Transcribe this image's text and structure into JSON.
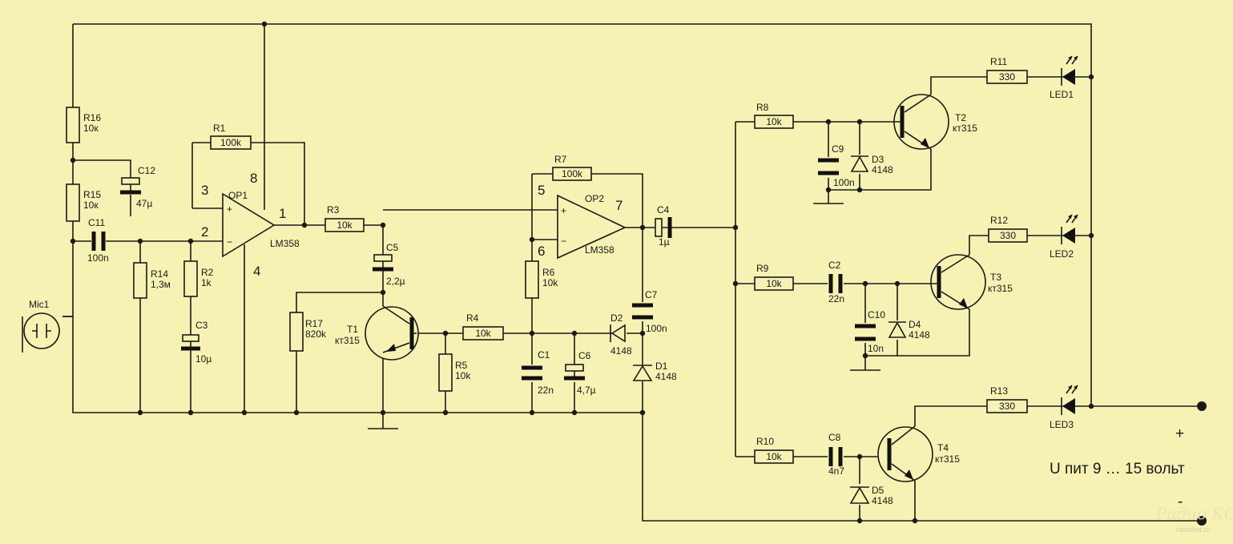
{
  "components": {
    "mic1": "Mic1",
    "r16": {
      "ref": "R16",
      "value": "10к"
    },
    "r15": {
      "ref": "R15",
      "value": "10к"
    },
    "c12": {
      "ref": "C12",
      "value": "47µ"
    },
    "c11": {
      "ref": "C11",
      "value": "100n"
    },
    "r14": {
      "ref": "R14",
      "value": "1,3м"
    },
    "r2": {
      "ref": "R2",
      "value": "1k"
    },
    "c3": {
      "ref": "C3",
      "value": "10µ"
    },
    "r1": {
      "ref": "R1",
      "value": "100k"
    },
    "op1": {
      "ref": "OP1",
      "type": "LM358",
      "pin3": "3",
      "pin2": "2",
      "pin8": "8",
      "pin1": "1",
      "pin4": "4",
      "plus": "+",
      "minus": "−"
    },
    "r3": {
      "ref": "R3",
      "value": "10k"
    },
    "c5": {
      "ref": "C5",
      "value": "2,2µ"
    },
    "r17": {
      "ref": "R17",
      "value": "820k"
    },
    "t1": {
      "ref": "T1",
      "type": "кт315"
    },
    "r4": {
      "ref": "R4",
      "value": "10k"
    },
    "r5": {
      "ref": "R5",
      "value": "10k"
    },
    "r7": {
      "ref": "R7",
      "value": "100k"
    },
    "op2": {
      "ref": "OP2",
      "type": "LM358",
      "pin5": "5",
      "pin6": "6",
      "pin7": "7",
      "plus": "+",
      "minus": "−"
    },
    "r6": {
      "ref": "R6",
      "value": "10k"
    },
    "c1": {
      "ref": "C1",
      "value": "22n"
    },
    "c6": {
      "ref": "C6",
      "value": "4,7µ"
    },
    "d2": {
      "ref": "D2",
      "value": "4148"
    },
    "c7": {
      "ref": "C7",
      "value": "100n"
    },
    "d1": {
      "ref": "D1",
      "value": "4148"
    },
    "c4": {
      "ref": "C4",
      "value": "1µ"
    },
    "r8": {
      "ref": "R8",
      "value": "10k"
    },
    "c9": {
      "ref": "C9",
      "value": "100n"
    },
    "d3": {
      "ref": "D3",
      "value": "4148"
    },
    "t2": {
      "ref": "T2",
      "type": "кт315"
    },
    "r11": {
      "ref": "R11",
      "value": "330"
    },
    "led1": "LED1",
    "r9": {
      "ref": "R9",
      "value": "10k"
    },
    "c2": {
      "ref": "C2",
      "value": "22n"
    },
    "c10": {
      "ref": "C10",
      "value": "10n"
    },
    "d4": {
      "ref": "D4",
      "value": "4148"
    },
    "t3": {
      "ref": "T3",
      "type": "кт315"
    },
    "r12": {
      "ref": "R12",
      "value": "330"
    },
    "led2": "LED2",
    "r10": {
      "ref": "R10",
      "value": "10k"
    },
    "c8": {
      "ref": "C8",
      "value": "4n7"
    },
    "d5": {
      "ref": "D5",
      "value": "4148"
    },
    "t4": {
      "ref": "T4",
      "type": "кт315"
    },
    "r13": {
      "ref": "R13",
      "value": "330"
    },
    "led3": "LED3"
  },
  "supply": {
    "plus": "+",
    "minus": "-",
    "label": "U пит 9 … 15 вольт"
  },
  "watermark": {
    "logo": "Радио КОТ",
    "site": "radiokot.ru"
  }
}
